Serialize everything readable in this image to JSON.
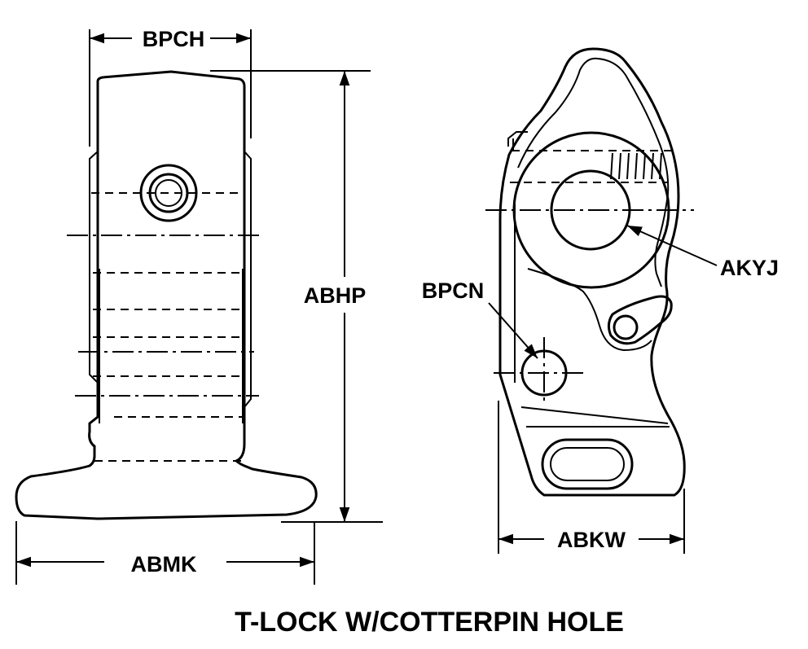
{
  "title": "T-LOCK W/COTTERPIN HOLE",
  "dimensions": {
    "bpch": "BPCH",
    "abhp": "ABHP",
    "abmk": "ABMK",
    "abkw": "ABKW",
    "akyj": "AKYJ",
    "bpcn": "BPCN"
  }
}
